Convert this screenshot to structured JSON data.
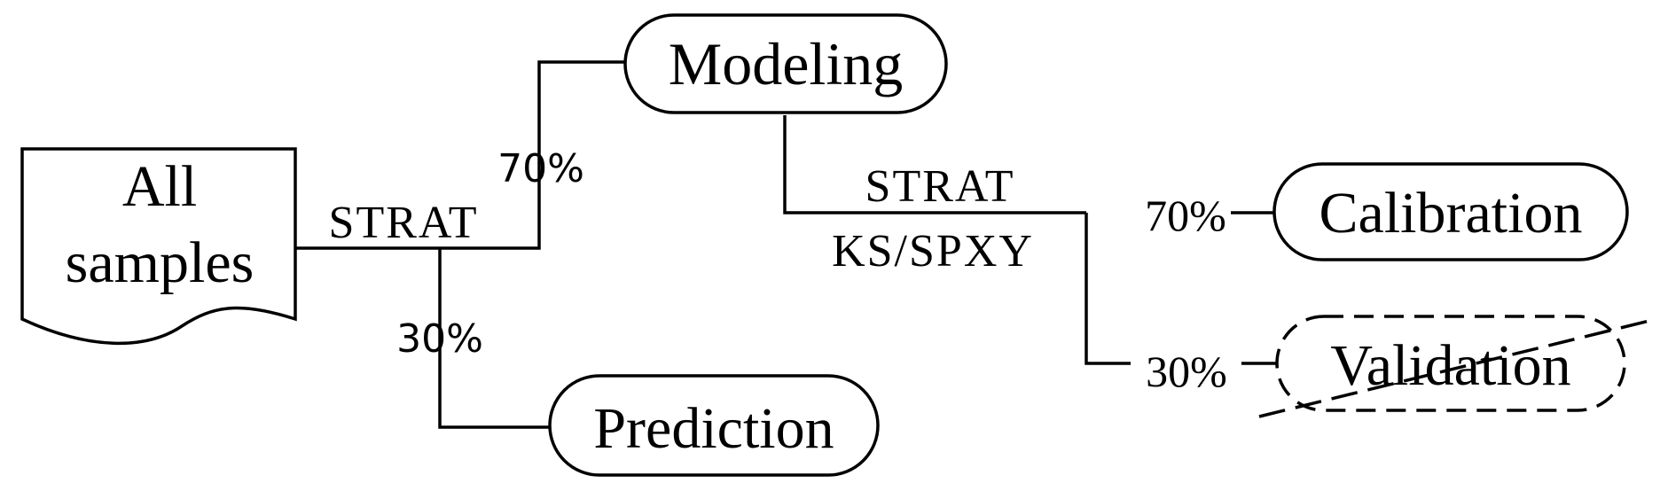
{
  "nodes": {
    "all_samples": {
      "line1": "All",
      "line2": "samples"
    },
    "modeling": "Modeling",
    "prediction": "Prediction",
    "calibration": "Calibration",
    "validation": "Validation"
  },
  "edges": {
    "split1_method": "STRAT",
    "split1_upper_pct": "70%",
    "split1_lower_pct": "30%",
    "split2_method_top": "STRAT",
    "split2_method_bottom": "KS/SPXY",
    "split2_upper_pct": "70%",
    "split2_lower_pct": "30%"
  }
}
